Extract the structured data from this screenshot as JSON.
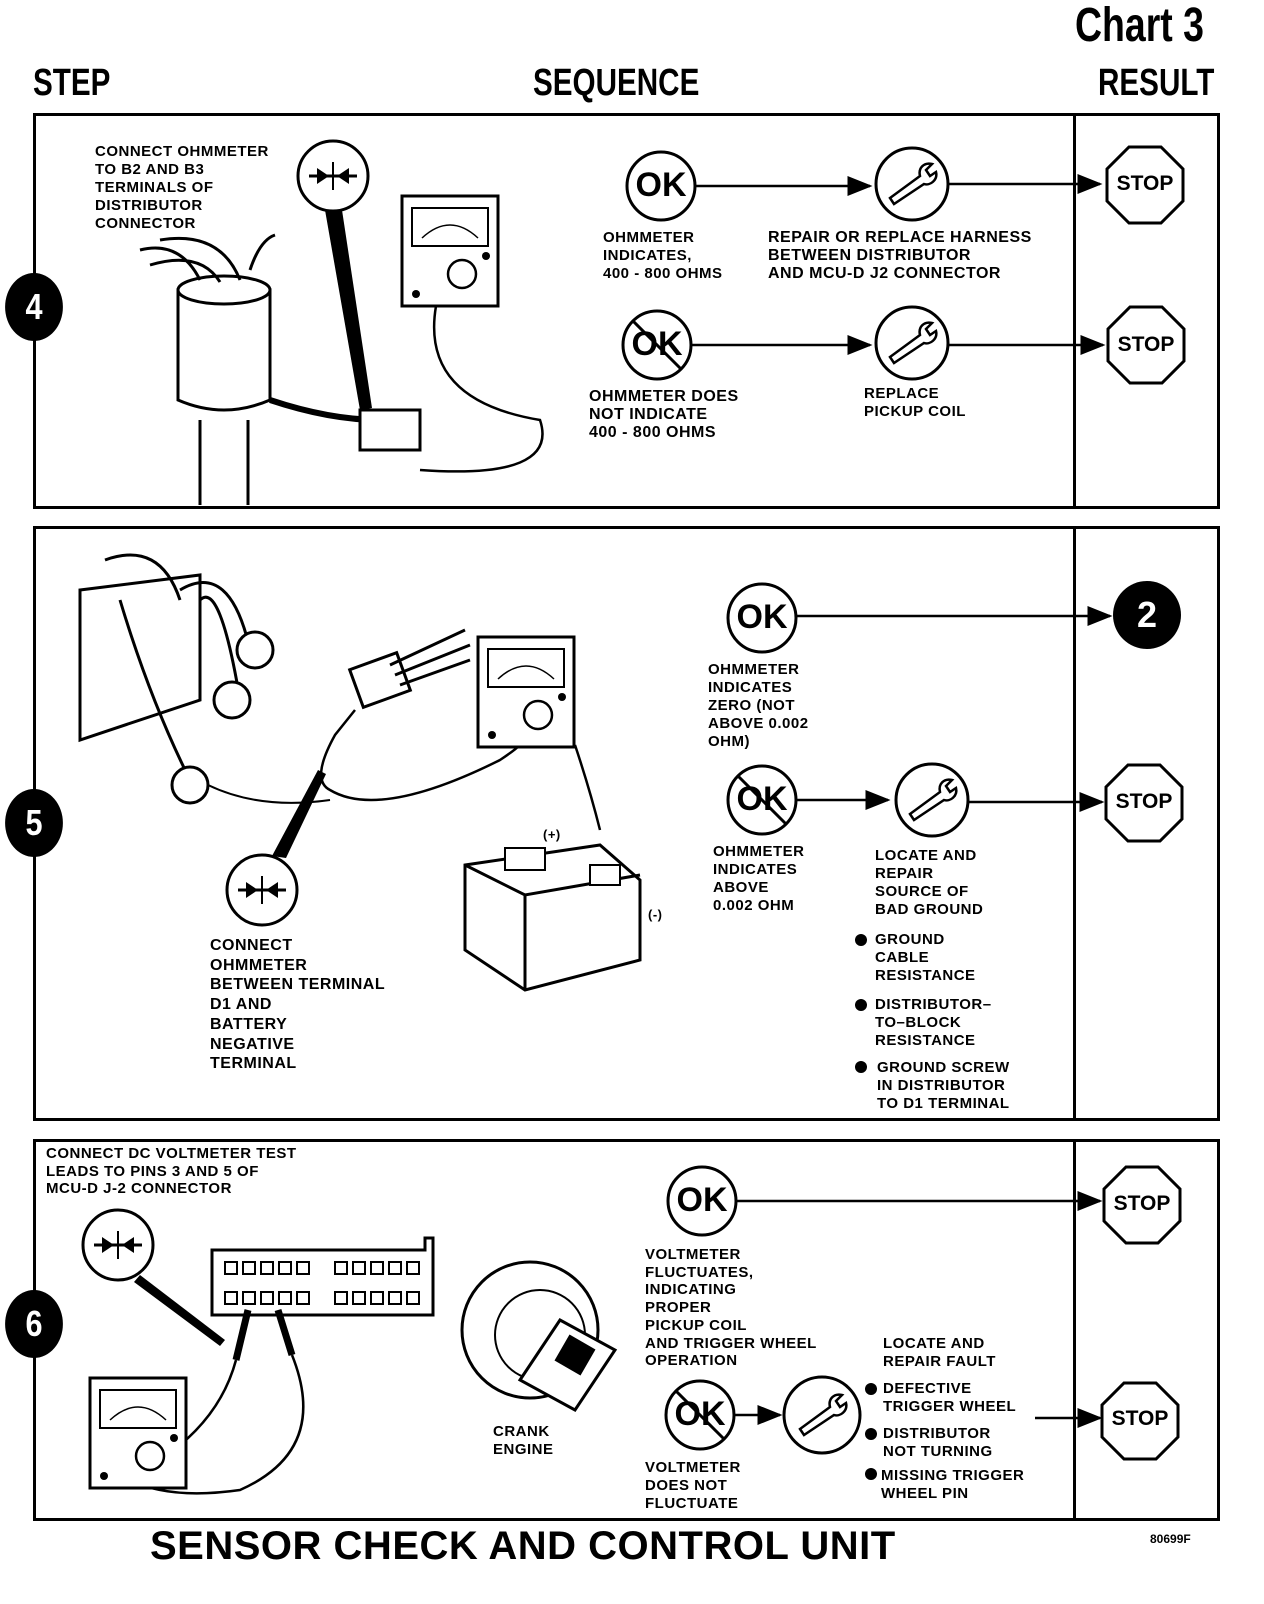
{
  "header": {
    "chart_label": "Chart 3",
    "step": "STEP",
    "sequence": "SEQUENCE",
    "result": "RESULT"
  },
  "steps": [
    {
      "number": "4",
      "instruction": "CONNECT OHMMETER\nTO B2 AND B3\nTERMINALS OF\nDISTRIBUTOR\nCONNECTOR",
      "ok_text": "OHMMETER\nINDICATES,\n400 - 800 OHMS",
      "ok_action": "REPAIR OR REPLACE HARNESS\nBETWEEN DISTRIBUTOR\nAND MCU-D J2 CONNECTOR",
      "ok_result": "STOP",
      "notok_text": "OHMMETER DOES\nNOT INDICATE\n400 - 800 OHMS",
      "notok_action": "REPLACE\nPICKUP COIL",
      "notok_result": "STOP"
    },
    {
      "number": "5",
      "instruction": "CONNECT\nOHMMETER\nBETWEEN TERMINAL\nD1 AND\nBATTERY\nNEGATIVE\nTERMINAL",
      "ok_text": "OHMMETER\nINDICATES\nZERO (NOT\nABOVE 0.002\nOHM)",
      "ok_result": "2",
      "notok_text": "OHMMETER\nINDICATES\nABOVE\n0.002 OHM",
      "notok_action": "LOCATE AND\nREPAIR\nSOURCE OF\nBAD GROUND",
      "notok_bullets": [
        "GROUND\nCABLE\nRESISTANCE",
        "DISTRIBUTOR–\nTO–BLOCK\nRESISTANCE",
        "GROUND SCREW\nIN DISTRIBUTOR\nTO D1 TERMINAL"
      ],
      "notok_result": "STOP",
      "battery_plus": "(+)",
      "battery_minus": "(-)"
    },
    {
      "number": "6",
      "instruction": "CONNECT DC VOLTMETER TEST\nLEADS TO PINS 3 AND 5 OF\nMCU-D J-2 CONNECTOR",
      "crank": "CRANK\nENGINE",
      "ok_text": "VOLTMETER\nFLUCTUATES,\nINDICATING\nPROPER\nPICKUP COIL\nAND TRIGGER WHEEL\nOPERATION",
      "ok_result": "STOP",
      "notok_text": "VOLTMETER\nDOES NOT\nFLUCTUATE",
      "notok_action": "LOCATE AND\nREPAIR FAULT",
      "notok_bullets": [
        "DEFECTIVE\nTRIGGER WHEEL",
        "DISTRIBUTOR\nNOT TURNING",
        "MISSING TRIGGER\nWHEEL PIN"
      ],
      "notok_result": "STOP"
    }
  ],
  "icons": {
    "ok": "OK",
    "notok": "OK"
  },
  "footer": {
    "title": "SENSOR CHECK AND CONTROL UNIT",
    "code": "80699F"
  }
}
